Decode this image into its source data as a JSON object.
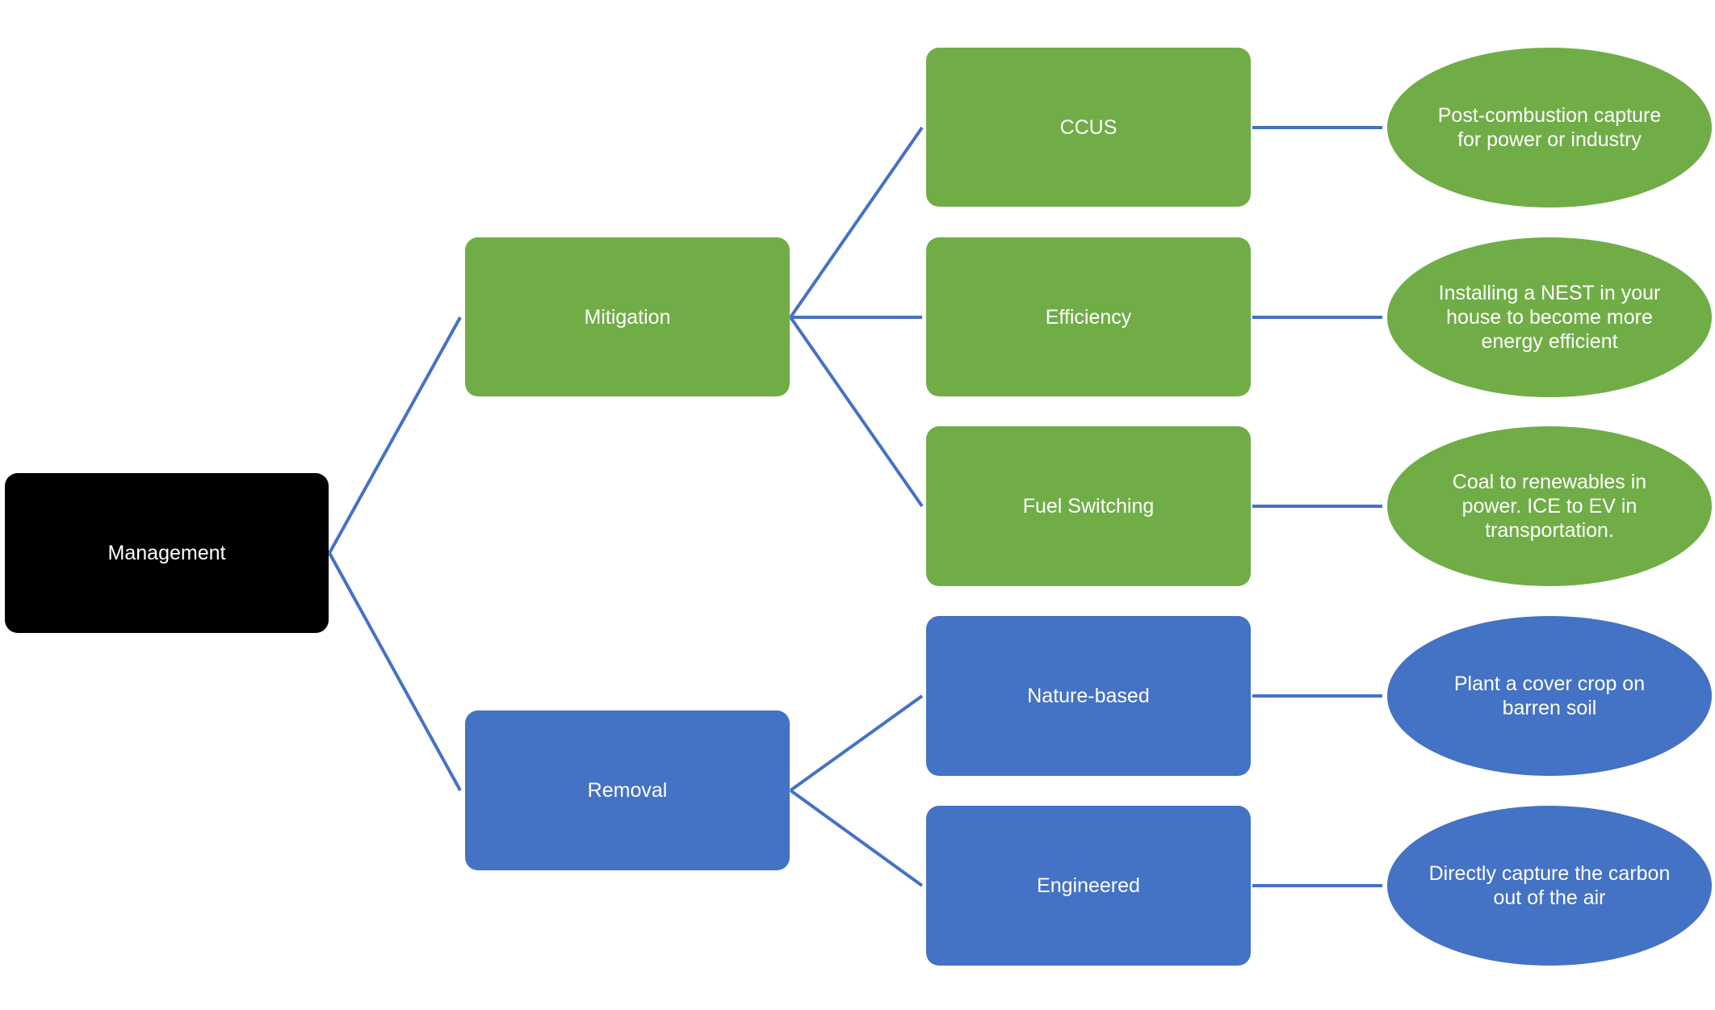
{
  "root": {
    "label": "Management"
  },
  "categories": [
    {
      "label": "Mitigation",
      "color": "#70AD47"
    },
    {
      "label": "Removal",
      "color": "#4472C4"
    }
  ],
  "approaches": [
    {
      "label": "CCUS",
      "category": "Mitigation",
      "example": "Post-combustion capture for power or industry"
    },
    {
      "label": "Efficiency",
      "category": "Mitigation",
      "example": "Installing a NEST in your house to become more energy efficient"
    },
    {
      "label": "Fuel Switching",
      "category": "Mitigation",
      "example": "Coal to renewables in power. ICE to EV in transportation."
    },
    {
      "label": "Nature-based",
      "category": "Removal",
      "example": "Plant a cover crop on barren soil"
    },
    {
      "label": "Engineered",
      "category": "Removal",
      "example": "Directly capture the carbon out of the air"
    }
  ],
  "colors": {
    "mitigation": "#70AD47",
    "removal": "#4472C4",
    "root": "#000000",
    "connector": "#4472C4",
    "text": "#FFFFFF"
  }
}
